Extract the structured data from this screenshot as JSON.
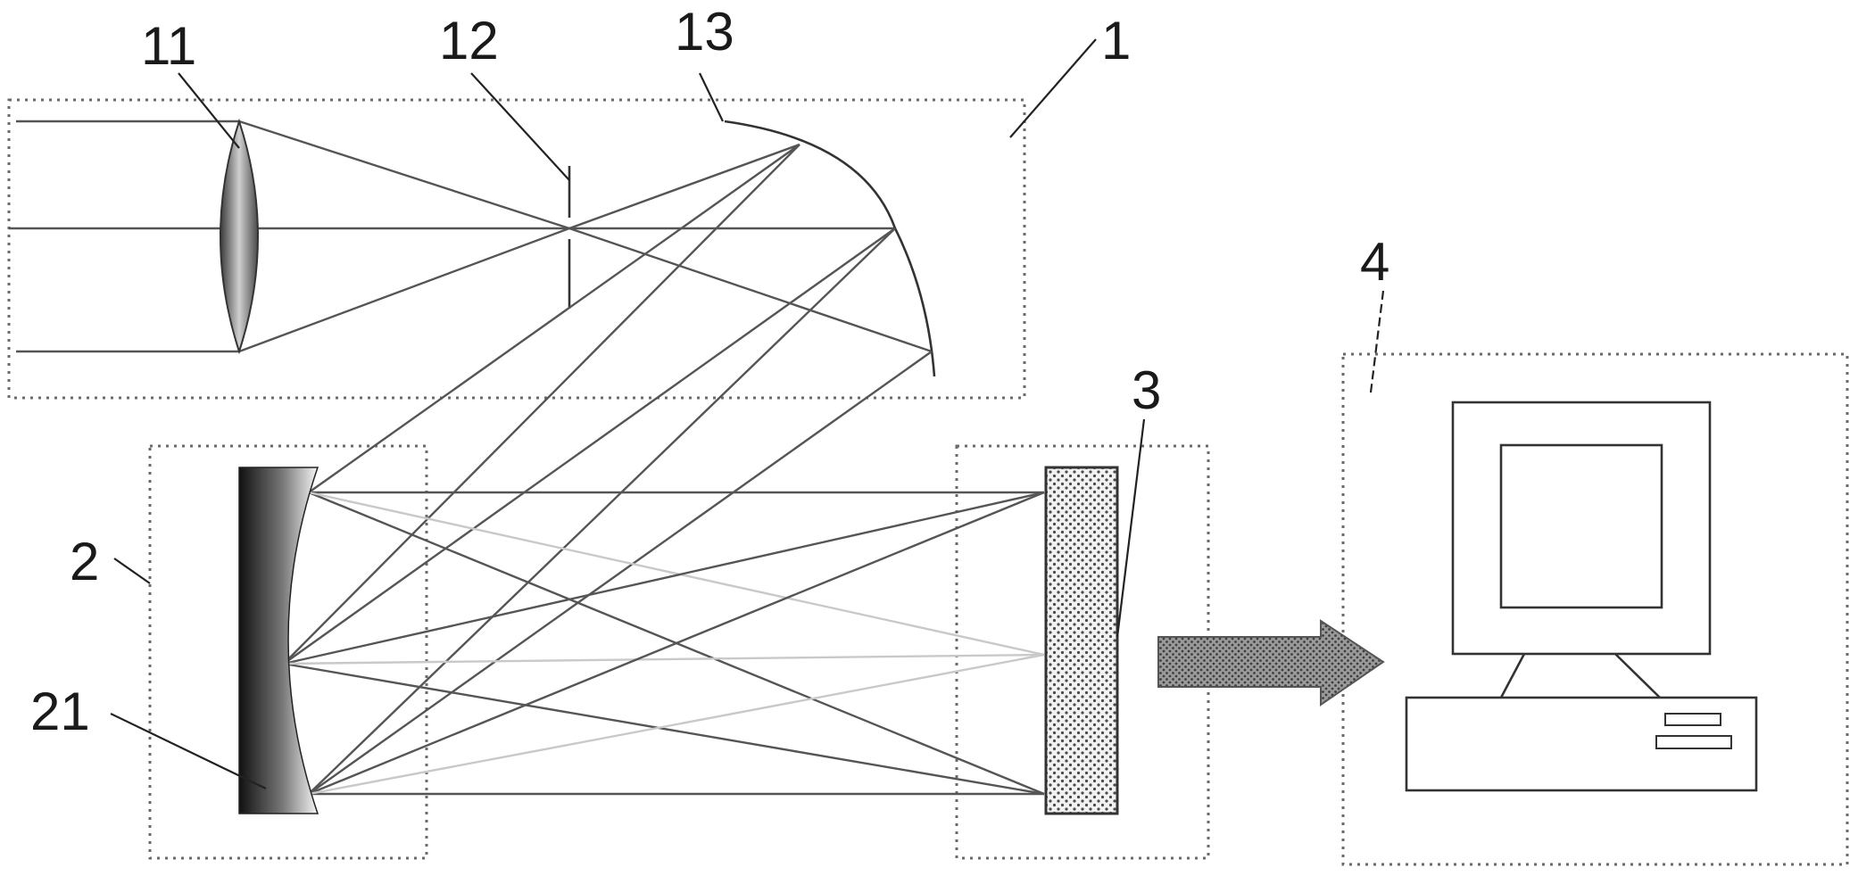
{
  "figure": {
    "labels": {
      "optical_system": "1",
      "lens": "11",
      "aperture": "12",
      "curved_mirror": "13",
      "reflector_unit": "2",
      "reflector": "21",
      "detector": "3",
      "computer": "4"
    },
    "colors": {
      "ray": "#555555",
      "ray_faint": "#c9c9c9",
      "dashed_box": "#6a6a6a",
      "arrow_fill": "#8a8a8a"
    },
    "icons": [
      "lens-icon",
      "slit-icon",
      "curved-mirror-icon",
      "concave-mirror-icon",
      "detector-plate-icon",
      "arrow-right-icon",
      "monitor-icon",
      "computer-base-icon"
    ]
  }
}
